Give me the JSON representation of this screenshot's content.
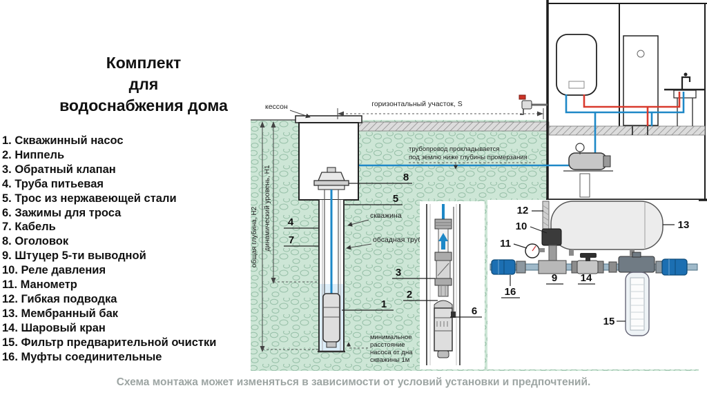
{
  "title": {
    "line1": "Комплект",
    "line2": "для",
    "line3": "водоснабжения дома"
  },
  "parts_list": {
    "items": [
      "1. Скважинный насос",
      "2. Ниппель",
      "3. Обратный клапан",
      "4. Труба питьевая",
      "5. Трос из нержавеющей стали",
      "6. Зажимы для троса",
      "7. Кабель",
      "8. Оголовок",
      "9. Штуцер 5-ти выводной",
      "10. Реле давления",
      "11. Манометр",
      "12. Гибкая подводка",
      "13. Мембранный бак",
      "14. Шаровый кран",
      "15. Фильтр предварительной очистки",
      "16. Муфты соединительные"
    ]
  },
  "diagram": {
    "labels": {
      "caisson": "кессон",
      "horizontal_section": "горизонтальный участок, S",
      "pipeline_note_line1": "трубопровод прокладывается",
      "pipeline_note_line2": "под землю ниже глубины промерзания",
      "total_depth": "общая глубина, Н2",
      "dynamic_level": "динамический уровень, Н1",
      "borehole": "скважина",
      "casing_pipe": "обсадная труба",
      "min_distance_line1": "минимальное",
      "min_distance_line2": "расстояние",
      "min_distance_line3": "насоса от дна",
      "min_distance_line4": "скважины 1м"
    },
    "callouts": {
      "n1": "1",
      "n2": "2",
      "n3": "3",
      "n4": "4",
      "n5": "5",
      "n6": "6",
      "n7": "7",
      "n8": "8",
      "n9": "9",
      "n10": "10",
      "n11": "11",
      "n12": "12",
      "n13": "13",
      "n14": "14",
      "n15": "15",
      "n16": "16"
    }
  },
  "footer": {
    "note": "Схема монтажа может изменяться в зависимости от условий установки и предпочтений."
  },
  "colors": {
    "cold_pipe": "#1e88c7",
    "hot_pipe": "#d93a2d",
    "ground_green": "#cde6d6",
    "stone_outline": "#96bfa7",
    "surface_gray": "#dcdcdc",
    "footer_text": "#9da5a3"
  }
}
